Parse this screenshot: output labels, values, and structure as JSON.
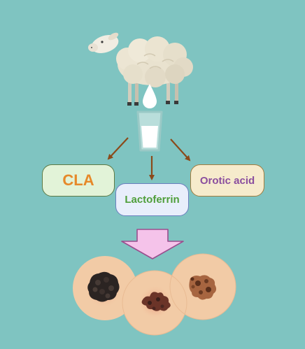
{
  "labels": {
    "cla": "CLA",
    "lactoferrin": "Lactoferrin",
    "orotic_acid": "Orotic acid"
  },
  "icons": {
    "animal": "sheep-icon",
    "drop": "milk-drop-icon",
    "glass": "milk-glass-icon",
    "transition": "down-arrow-icon",
    "skin": "skin-lesion-icon"
  },
  "colors": {
    "background": "#7fc4c1",
    "arrow": "#8b4a1a",
    "cla_text": "#e6892a",
    "lactoferrin_text": "#4f9e3a",
    "orotic_text": "#8a4e9e",
    "big_arrow_fill": "#f5c3ea",
    "skin_circle": "#f2cba6"
  }
}
